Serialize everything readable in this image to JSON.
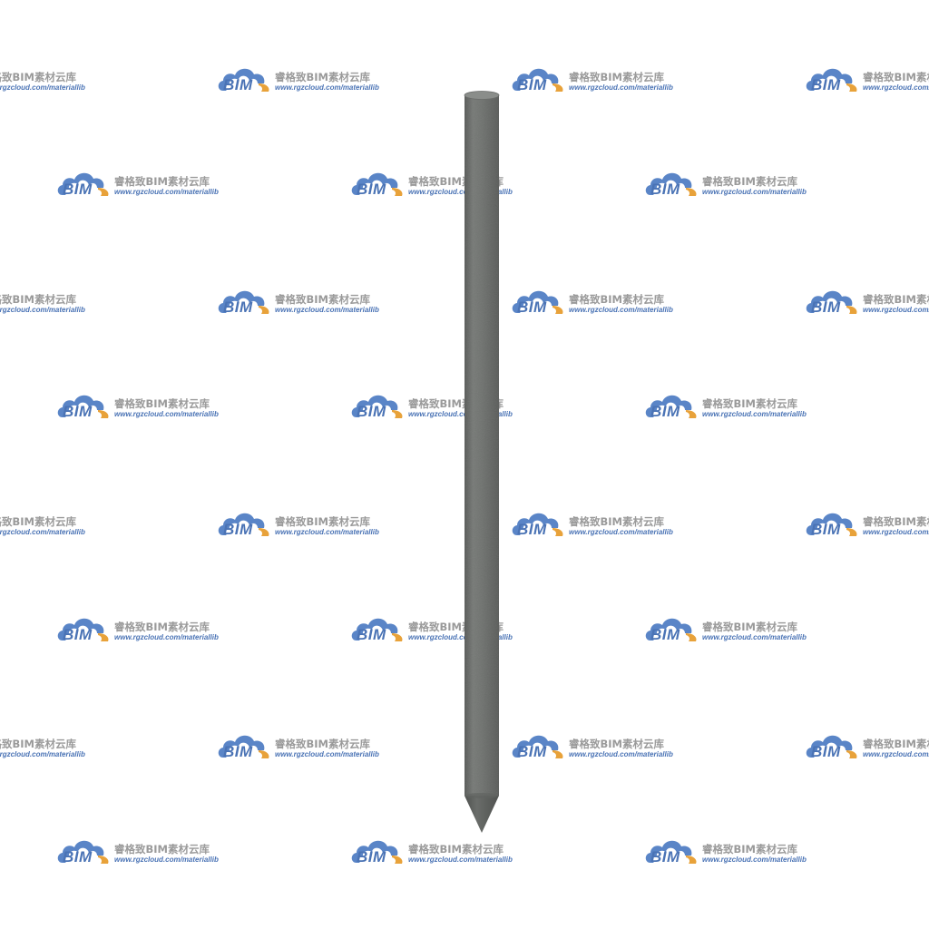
{
  "watermark": {
    "logo_text": "BIM",
    "title": "睿格致BIM素材云库",
    "url": "www.rgzcloud.com/materiallib",
    "logo_blue": "#5a85c7",
    "logo_orange": "#e8a23a",
    "text_gray": "#9a9a9a",
    "url_blue": "#4a73b5"
  },
  "object": {
    "name": "rod-with-conical-tip",
    "body_color": "#6b6e6b",
    "highlight_color": "#8a8d8a",
    "shadow_color": "#4f514f"
  }
}
